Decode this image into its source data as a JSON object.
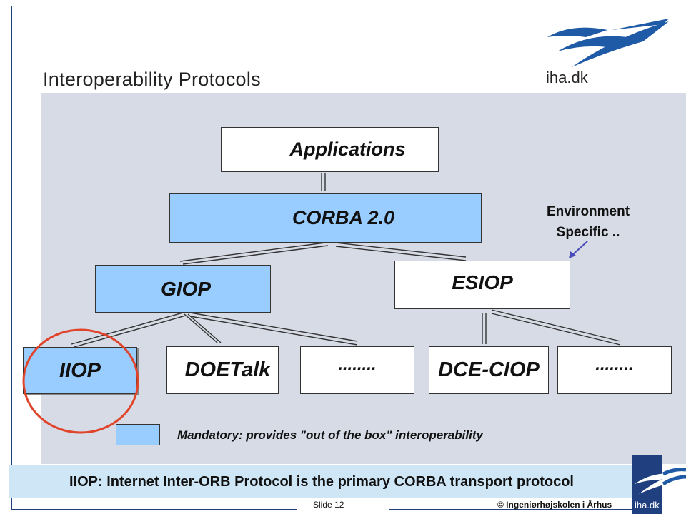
{
  "slide": {
    "title": "Interoperability Protocols",
    "logo_text": "iha.dk",
    "slide_number": "Slide 12",
    "copyright": "© Ingeniørhøjskolen i Århus"
  },
  "diagram": {
    "nodes": {
      "applications": "Applications",
      "corba": "CORBA 2.0",
      "giop": "GIOP",
      "esiop": "ESIOP",
      "iiop": "IIOP",
      "doetalk": "DOETalk",
      "giop_more": "........",
      "dce_ciop": "DCE-CIOP",
      "esiop_more": "........"
    },
    "environment_note_line1": "Environment",
    "environment_note_line2": "Specific ..",
    "legend_text": "Mandatory: provides \"out of the box\" interoperability",
    "colors": {
      "mandatory": "#99ccff",
      "panel": "#d7dbe6",
      "highlight_circle": "#e0442a",
      "arrow": "#4a4ab8"
    }
  },
  "banner": "IIOP: Internet Inter-ORB Protocol is the primary CORBA transport protocol"
}
